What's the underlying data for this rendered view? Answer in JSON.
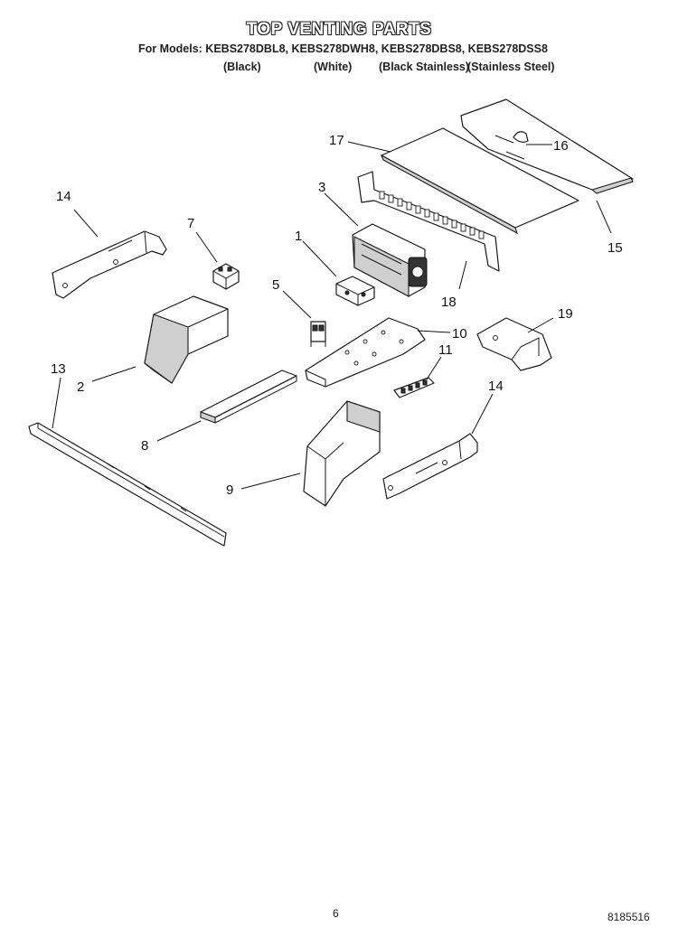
{
  "header": {
    "title": "TOP VENTING PARTS",
    "models_line": "For Models: KEBS278DBL8, KEBS278DWH8, KEBS278DBS8, KEBS278DSS8",
    "variants": [
      "(Black)",
      "(White)",
      "(Black Stainless)",
      "(Stainless Steel)"
    ]
  },
  "callouts": [
    "1",
    "2",
    "3",
    "5",
    "7",
    "8",
    "9",
    "10",
    "11",
    "13",
    "14",
    "14",
    "15",
    "16",
    "17",
    "18",
    "19"
  ],
  "footer": {
    "page_number": "6",
    "document_number": "8185516"
  }
}
